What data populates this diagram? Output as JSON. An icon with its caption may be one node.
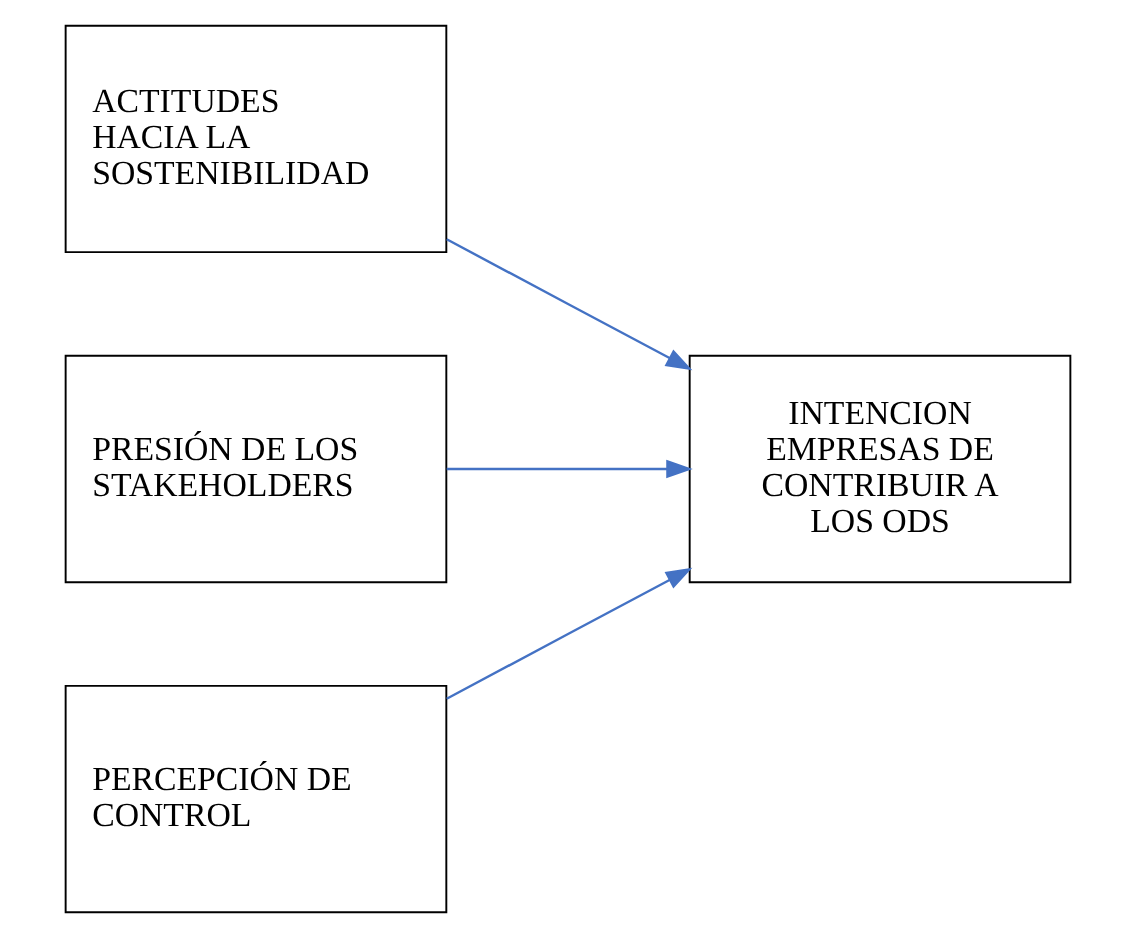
{
  "diagram": {
    "nodes": [
      {
        "text": [
          "ACTITUDES HACIA LA SOSTENIBILIDAD"
        ]
      },
      {
        "text": [
          "PRESIÓN DE LOS STAKEHOLDERS"
        ]
      },
      {
        "text": [
          "PERCEPCIÓN DE CONTROL"
        ]
      },
      {
        "text": [
          "INTENCION EMPRESAS DE CONTRIBUIR A LOS ODS"
        ]
      }
    ],
    "edges": [
      {
        "from": 0,
        "to": 3,
        "arrow": "to"
      },
      {
        "from": 1,
        "to": 3,
        "arrow": "to"
      },
      {
        "from": 2,
        "to": 3,
        "arrow": "to"
      }
    ]
  }
}
